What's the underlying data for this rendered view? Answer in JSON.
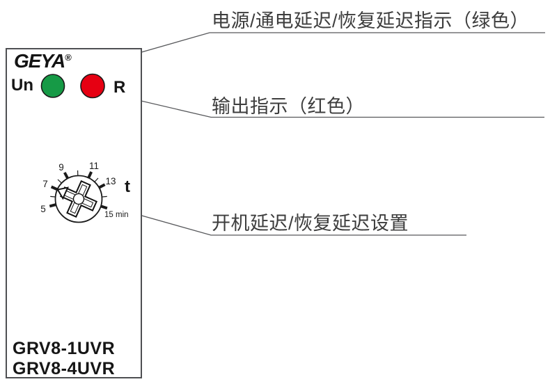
{
  "panel": {
    "brand": "GEYA",
    "reg_mark": "®",
    "power_led_label": "Un",
    "output_led_label": "R",
    "led_green_color": "#169a46",
    "led_red_color": "#e60012",
    "dial": {
      "tick_labels": [
        "5",
        "7",
        "9",
        "11",
        "13"
      ],
      "max_label": "15 min",
      "time_symbol": "t"
    },
    "models": [
      "GRV8-1UVR",
      "GRV8-4UVR"
    ]
  },
  "callouts": {
    "power_indicator": "电源/通电延迟/恢复延迟指示（绿色）",
    "output_indicator": "输出指示（红色）",
    "delay_setting": "开机延迟/恢复延迟设置"
  },
  "line_color": "#57585b"
}
